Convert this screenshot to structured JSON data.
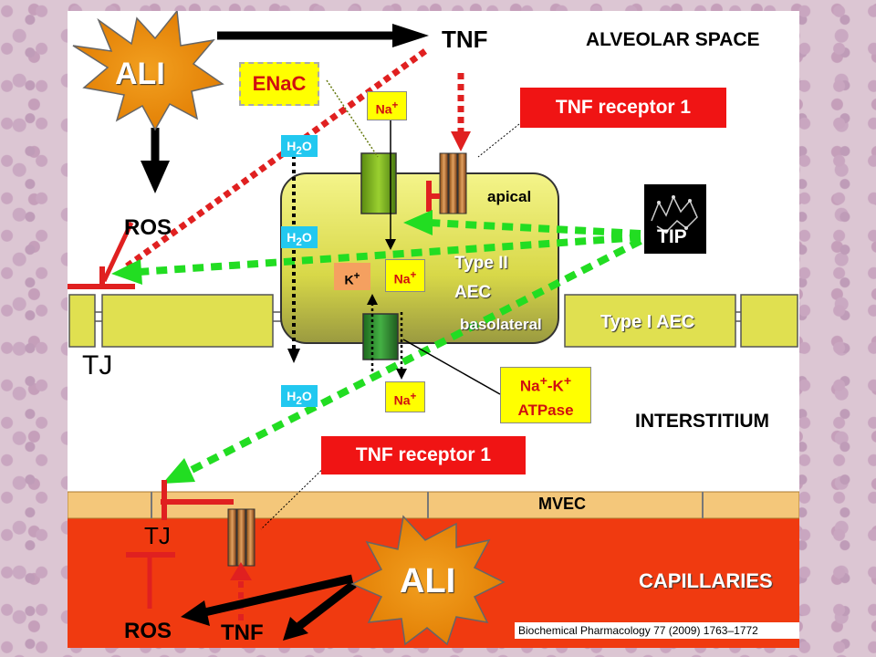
{
  "labels": {
    "ali_top": "ALI",
    "ali_bottom": "ALI",
    "tnf_top": "TNF",
    "tnf_bottom": "TNF",
    "alveolar_space": "ALVEOLAR SPACE",
    "enac": "ENaC",
    "na_top": "Na",
    "tnf_receptor_top": "TNF receptor 1",
    "tnf_receptor_bottom": "TNF receptor 1",
    "h2o_1": "H",
    "h2o_2": "H",
    "h2o_3": "H",
    "ros_top": "ROS",
    "ros_bottom": "ROS",
    "apical": "apical",
    "tip": "TIP",
    "k_plus": "K",
    "na_mid": "Na",
    "type_ii_line1": "Type II",
    "type_ii_line2": "AEC",
    "basolateral": "basolateral",
    "type_i_aec": "Type I AEC",
    "tj_top": "TJ",
    "tj_bottom": "TJ",
    "na_bottom": "Na",
    "atpase_line1": "Na",
    "atpase_line2": "ATPase",
    "interstitium": "INTERSTITIUM",
    "mvec": "MVEC",
    "capillaries": "CAPILLARIES",
    "citation": "Biochemical Pharmacology 77 (2009) 1763–1772"
  },
  "colors": {
    "panel": "#ffffff",
    "cell_yellow": "#e8e85a",
    "mvec_tan": "#f4c77a",
    "capillary_red": "#f03a10",
    "green_dash": "#22dd22",
    "red_dash": "#e02020",
    "star_orange": "#f59a10"
  }
}
